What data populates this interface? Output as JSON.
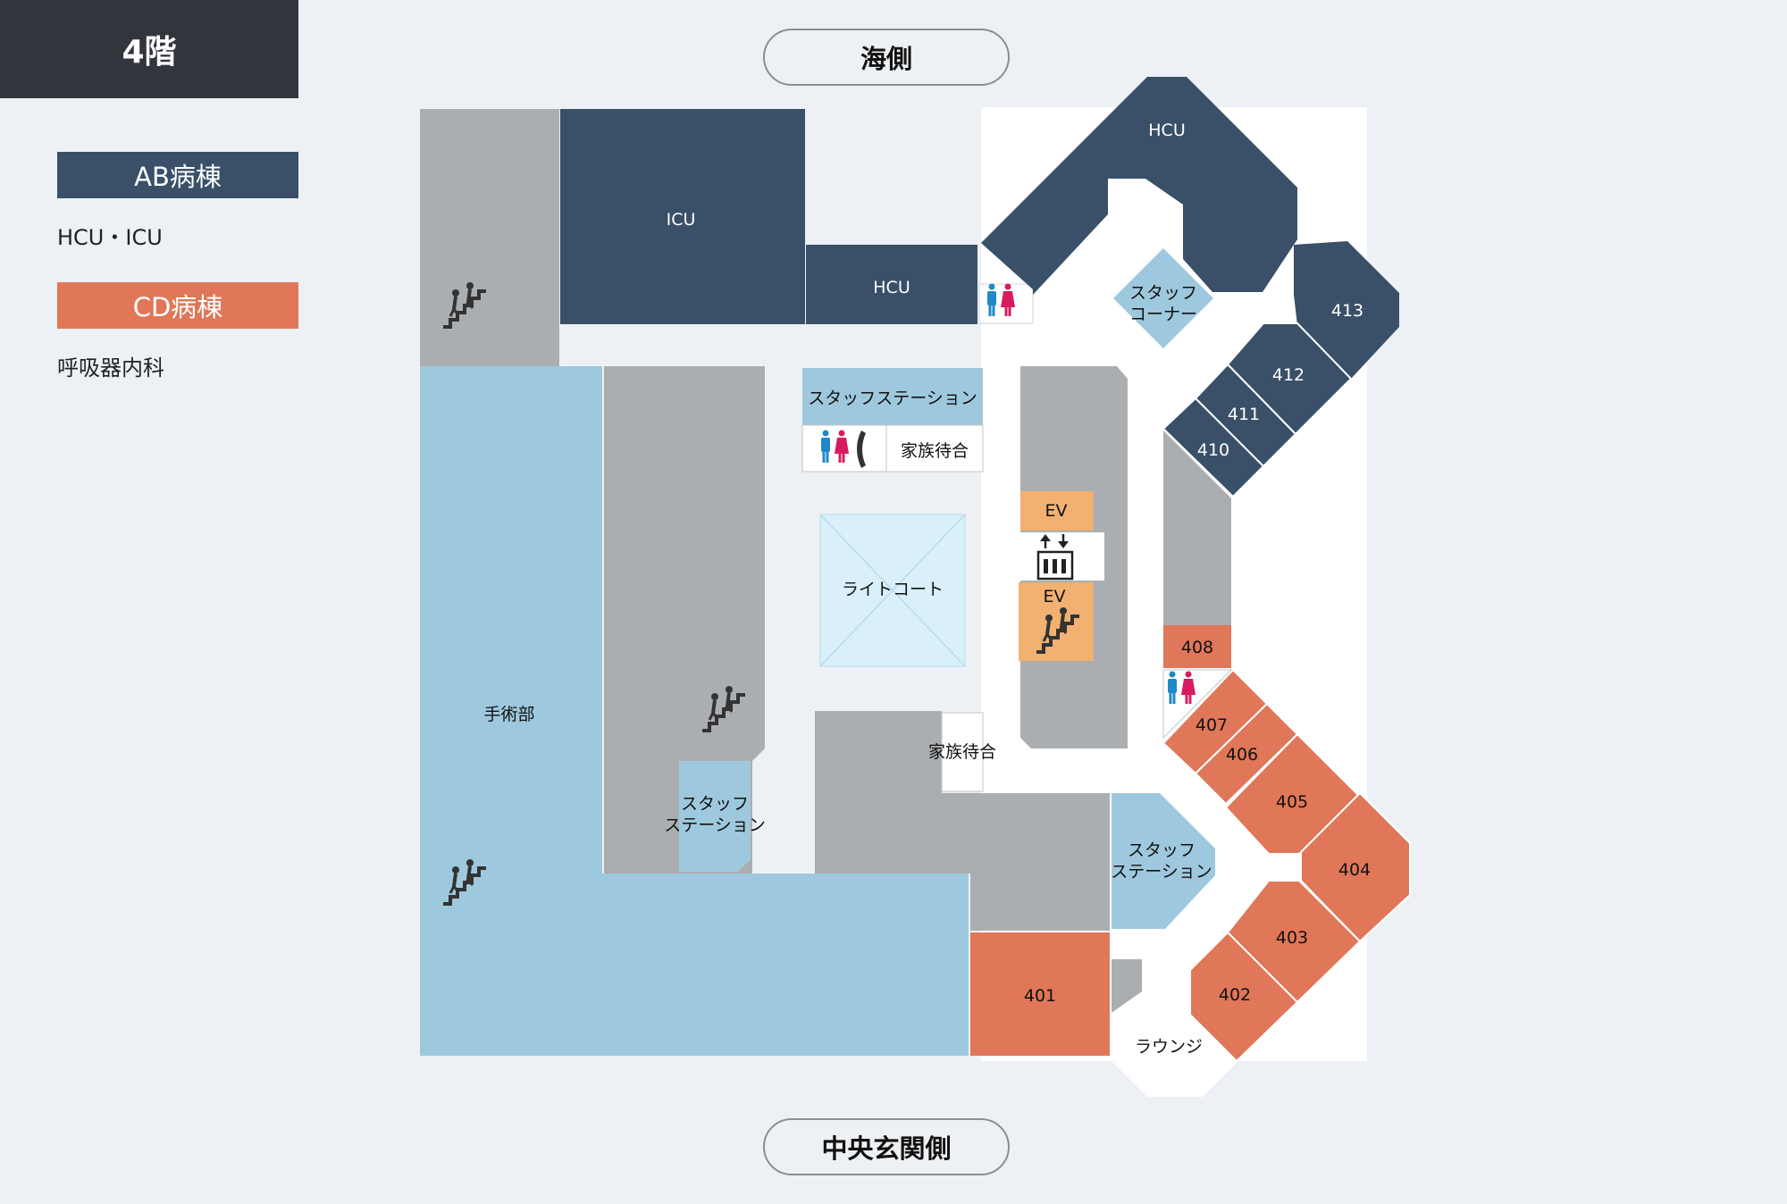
{
  "floor": "4階",
  "legend": [
    {
      "label": "AB病棟",
      "desc": "HCU・ICU",
      "color": "#3a5069"
    },
    {
      "label": "CD病棟",
      "desc": "呼吸器内科",
      "color": "#e07758"
    }
  ],
  "directions": {
    "top": "海側",
    "bottom": "中央玄関側"
  },
  "colors": {
    "ab_ward": "#3a5069",
    "cd_ward": "#e07758",
    "surgery": "#9ec8dd",
    "service": "#abaeb1",
    "light_court": "#d9effa",
    "elevator": "#f2b071",
    "background": "#edf1f5",
    "floor_area": "#ffffff"
  },
  "rooms": {
    "icu": "ICU",
    "hcu_center": "HCU",
    "hcu_top": "HCU",
    "staff_corner": [
      "スタッフ",
      "コーナー"
    ],
    "r413": "413",
    "r412": "412",
    "r411": "411",
    "r410": "410",
    "staff_station_top": "スタッフステーション",
    "family_wait_top": "家族待合",
    "light_court": "ライトコート",
    "ev_top": "EV",
    "ev_bottom": "EV",
    "surgery": "手術部",
    "staff_station_mid": [
      "スタッフ",
      "ステーション"
    ],
    "family_wait_mid": "家族待合",
    "staff_station_right": [
      "スタッフ",
      "ステーション"
    ],
    "r408": "408",
    "r407": "407",
    "r406": "406",
    "r405": "405",
    "r404": "404",
    "r403": "403",
    "r402": "402",
    "r401": "401",
    "lounge": "ラウンジ"
  },
  "icons": [
    "stairs-icon",
    "restroom-icon",
    "telephone-icon",
    "elevator-icon"
  ]
}
